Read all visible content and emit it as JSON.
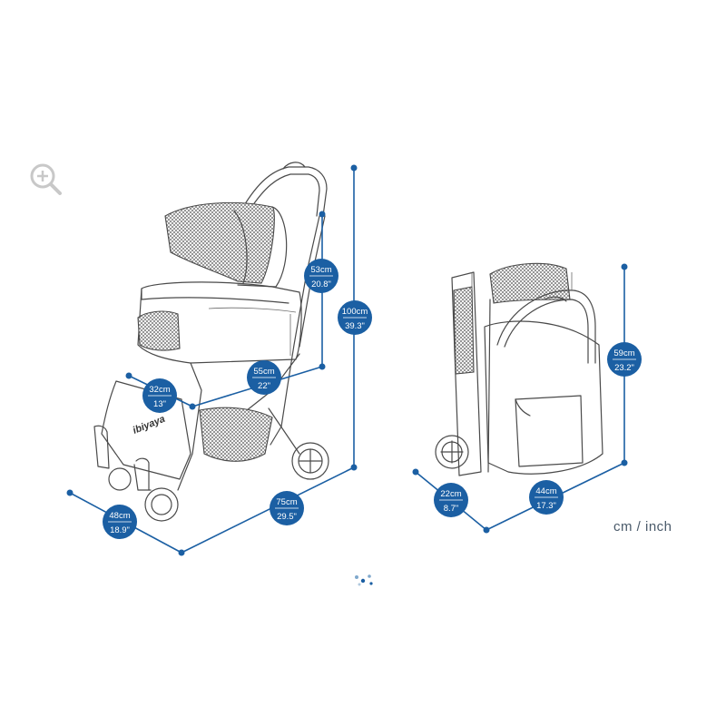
{
  "zoom_icon": "zoom-in-icon",
  "units_label": "cm / inch",
  "brand_text": "ibiyaya",
  "colors": {
    "accent": "#1b5fa3",
    "line_art": "#4a4a4a",
    "units_text": "#4a5a6a"
  },
  "dimensions": {
    "open_seat_height": {
      "cm": "53cm",
      "inch": "20.8\""
    },
    "open_total_height": {
      "cm": "100cm",
      "inch": "39.3\""
    },
    "open_seat_depth": {
      "cm": "55cm",
      "inch": "22\""
    },
    "open_seat_width": {
      "cm": "32cm",
      "inch": "13\""
    },
    "open_width": {
      "cm": "48cm",
      "inch": "18.9\""
    },
    "open_length": {
      "cm": "75cm",
      "inch": "29.5\""
    },
    "folded_height": {
      "cm": "59cm",
      "inch": "23.2\""
    },
    "folded_depth": {
      "cm": "22cm",
      "inch": "8.7\""
    },
    "folded_width": {
      "cm": "44cm",
      "inch": "17.3\""
    }
  }
}
